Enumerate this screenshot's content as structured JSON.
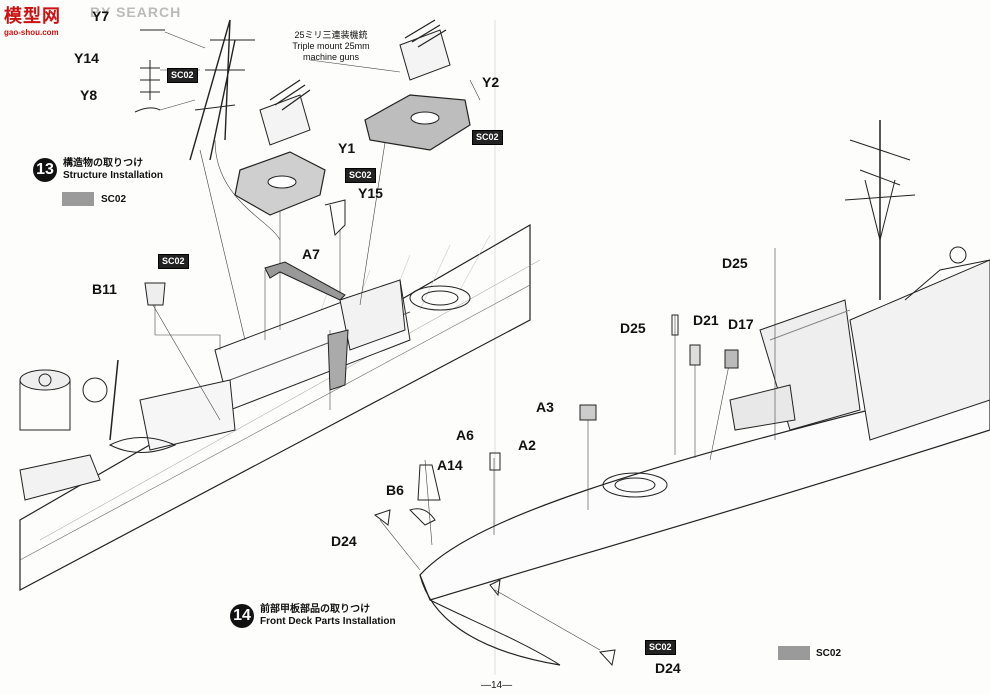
{
  "logo": {
    "chars": "模型网",
    "url": "gao-shou.com",
    "brand_color": "#cc1111"
  },
  "watermark": "BY SEARCH",
  "page_number": "—14—",
  "steps": [
    {
      "number": "13",
      "jp": "構造物の取りつけ",
      "en": "Structure Installation"
    },
    {
      "number": "14",
      "jp": "前部甲板部品の取りつけ",
      "en": "Front Deck Parts Installation"
    }
  ],
  "note_25mm": {
    "jp": "25ミリ三連装機銃",
    "en1": "Triple mount 25mm",
    "en2": "machine guns"
  },
  "paint_code": "SC02",
  "part_labels": {
    "y7": "Y7",
    "y14": "Y14",
    "y8": "Y8",
    "y1": "Y1",
    "y2": "Y2",
    "y15": "Y15",
    "a7": "A7",
    "a6": "A6",
    "b11": "B11",
    "a14": "A14",
    "b6": "B6",
    "d24a": "D24",
    "d24b": "D24",
    "a2": "A2",
    "a3": "A3",
    "d25a": "D25",
    "d21": "D21",
    "d17": "D17",
    "d25b": "D25"
  },
  "colors": {
    "swatch": "#9a9a9a",
    "line": "#222222"
  }
}
